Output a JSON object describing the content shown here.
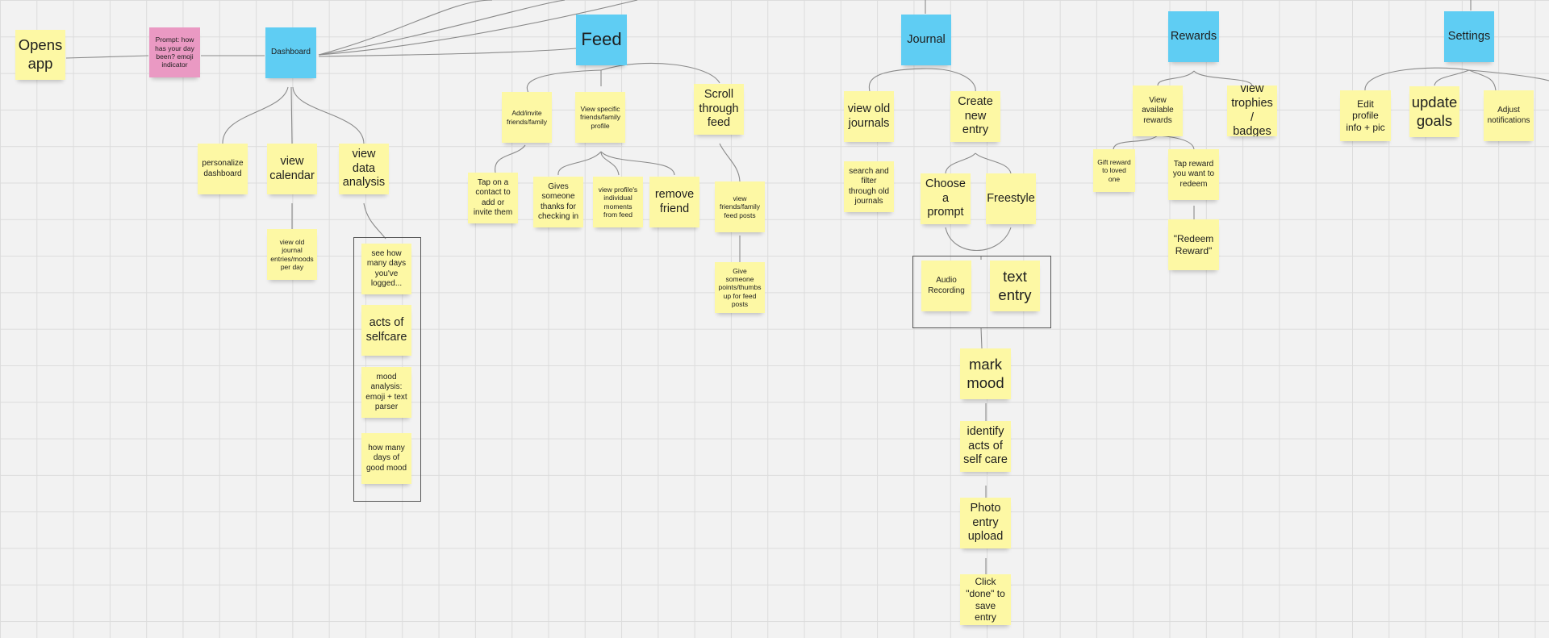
{
  "board": {
    "colors": {
      "background": "#f2f2f2",
      "grid": "#dcdcdc",
      "note_yellow": "#fdf8a4",
      "note_pink": "#ea99c3",
      "note_blue": "#5fcdf3",
      "connector": "#8a8a8a"
    },
    "flow": {
      "opens_app": "Opens app",
      "prompt": "Prompt: how has your day been? emoji indicator"
    },
    "dashboard": {
      "title": "Dashboard",
      "personalize": "personalize dashboard",
      "view_calendar": "view calendar",
      "view_old_entries": "view old journal entries/moods per day",
      "view_data_analysis": "view data analysis",
      "analysis_items": [
        "see how many days you've logged...",
        "acts of selfcare",
        "mood analysis: emoji + text parser",
        "how many days of good mood"
      ]
    },
    "feed": {
      "title": "Feed",
      "add_invite": "Add/invite friends/family",
      "view_profile": "View specific friends/family profile",
      "scroll_feed": "Scroll through feed",
      "tap_contact": "Tap on a contact to add or invite them",
      "gives_thanks": "Gives someone thanks for checking in",
      "view_moments": "view profile's individual moments from feed",
      "remove_friend": "remove friend",
      "view_feed_posts": "view friends/family feed posts",
      "give_points": "Give someone points/thumbs up for feed posts"
    },
    "journal": {
      "title": "Journal",
      "view_old": "view old journals",
      "create_new": "Create new entry",
      "search_filter": "search and filter through old journals",
      "choose_prompt": "Choose a prompt",
      "freestyle": "Freestyle",
      "audio_recording": "Audio Recording",
      "text_entry": "text entry",
      "mark_mood": "mark mood",
      "identify_acts": "identify acts of self care",
      "photo_upload": "Photo entry upload",
      "click_done": "Click \"done\" to save entry"
    },
    "rewards": {
      "title": "Rewards",
      "view_available": "View available rewards",
      "view_trophies": "view trophies / badges",
      "gift_reward": "Gift reward to loved one",
      "tap_reward": "Tap reward you want to redeem",
      "redeem": "\"Redeem Reward\""
    },
    "settings": {
      "title": "Settings",
      "edit_profile": "Edit profile info + pic",
      "update_goals": "update goals",
      "adjust_notifications": "Adjust notifications"
    }
  }
}
